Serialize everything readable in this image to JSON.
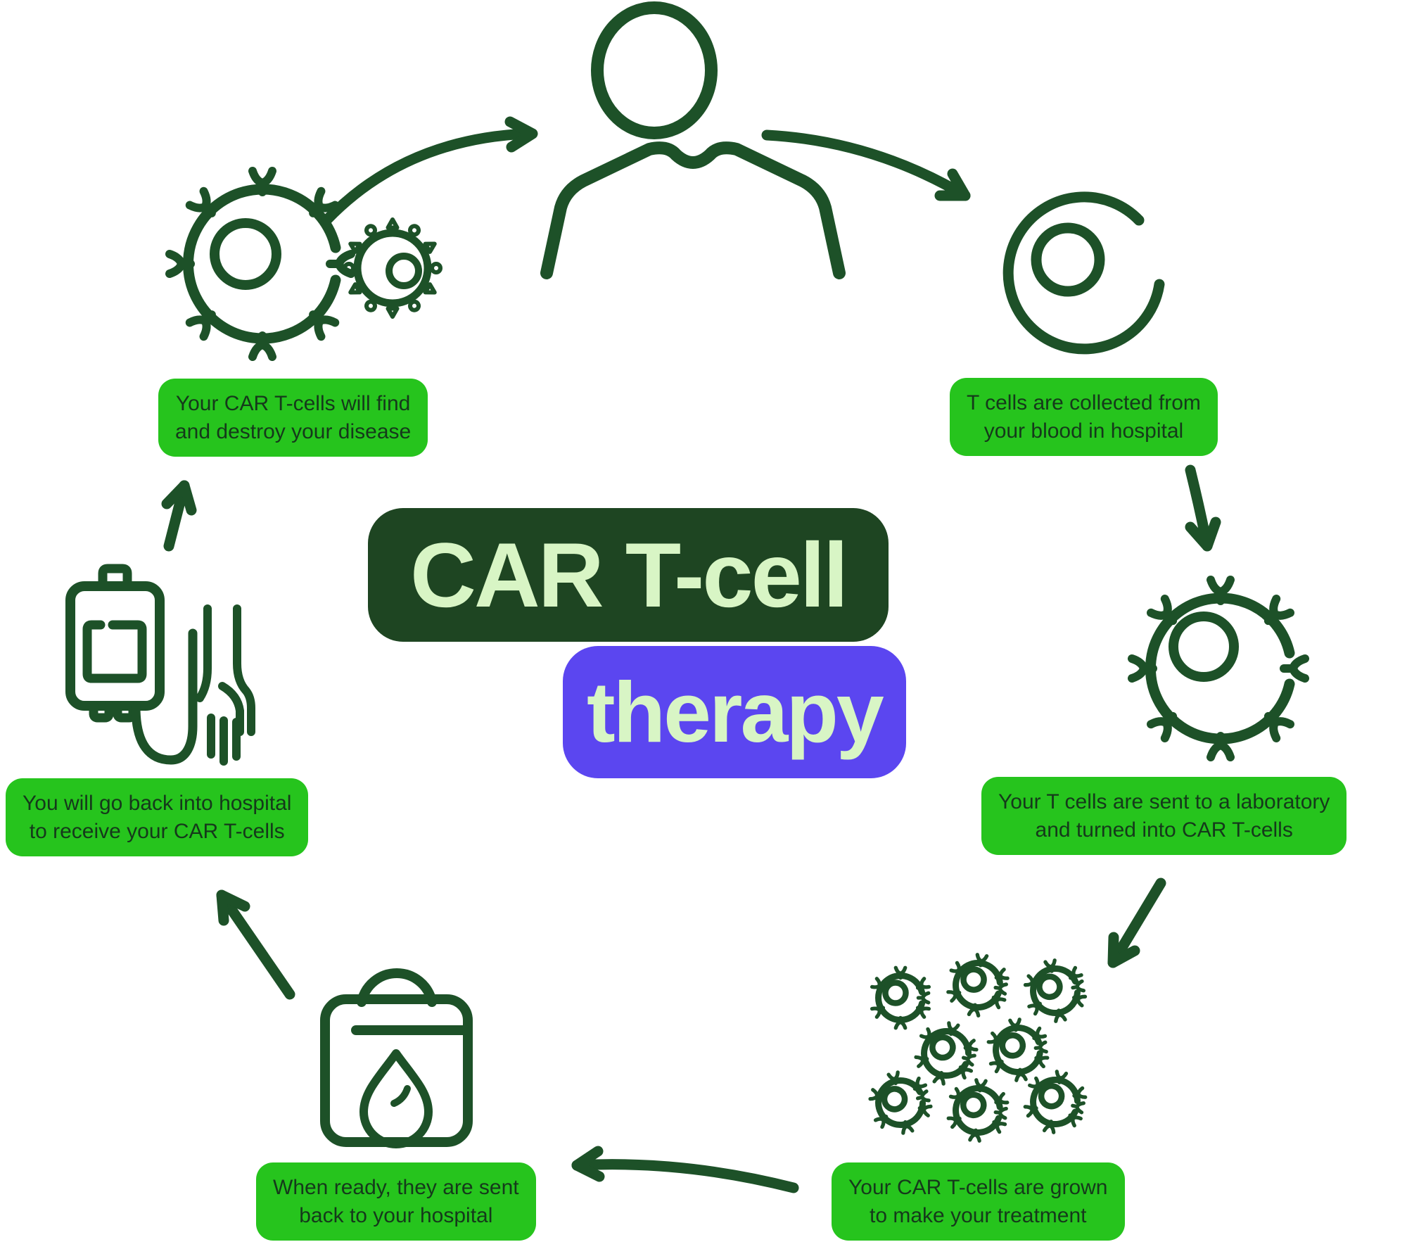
{
  "title": {
    "line1": "CAR T-cell",
    "line2": "therapy"
  },
  "steps": [
    {
      "id": "collect",
      "icon": "blood-cell-icon",
      "lines": [
        "T cells are collected from",
        "your blood in hospital"
      ]
    },
    {
      "id": "convert",
      "icon": "car-t-cell-icon",
      "lines": [
        "Your T cells are sent to a laboratory",
        "and turned into CAR T-cells"
      ]
    },
    {
      "id": "grow",
      "icon": "grown-cells-icon",
      "lines": [
        "Your CAR T-cells are grown",
        "to make your treatment"
      ]
    },
    {
      "id": "send-back",
      "icon": "treatment-bag-icon",
      "lines": [
        "When ready, they are sent",
        "back to your hospital"
      ]
    },
    {
      "id": "receive",
      "icon": "infusion-icon",
      "lines": [
        "You will go back into hospital",
        "to receive your CAR T-cells"
      ]
    },
    {
      "id": "destroy",
      "icon": "cell-attack-icon",
      "lines": [
        "Your CAR T-cells will find",
        "and destroy your disease"
      ]
    }
  ],
  "colors": {
    "stroke_green": "#1d5128",
    "label_green": "#26c41d",
    "label_text": "#15391b",
    "title_bg_dark": "#1e4522",
    "title_bg_purple": "#5b46f0",
    "title_text": "#d8f5c5",
    "background": "#ffffff"
  }
}
